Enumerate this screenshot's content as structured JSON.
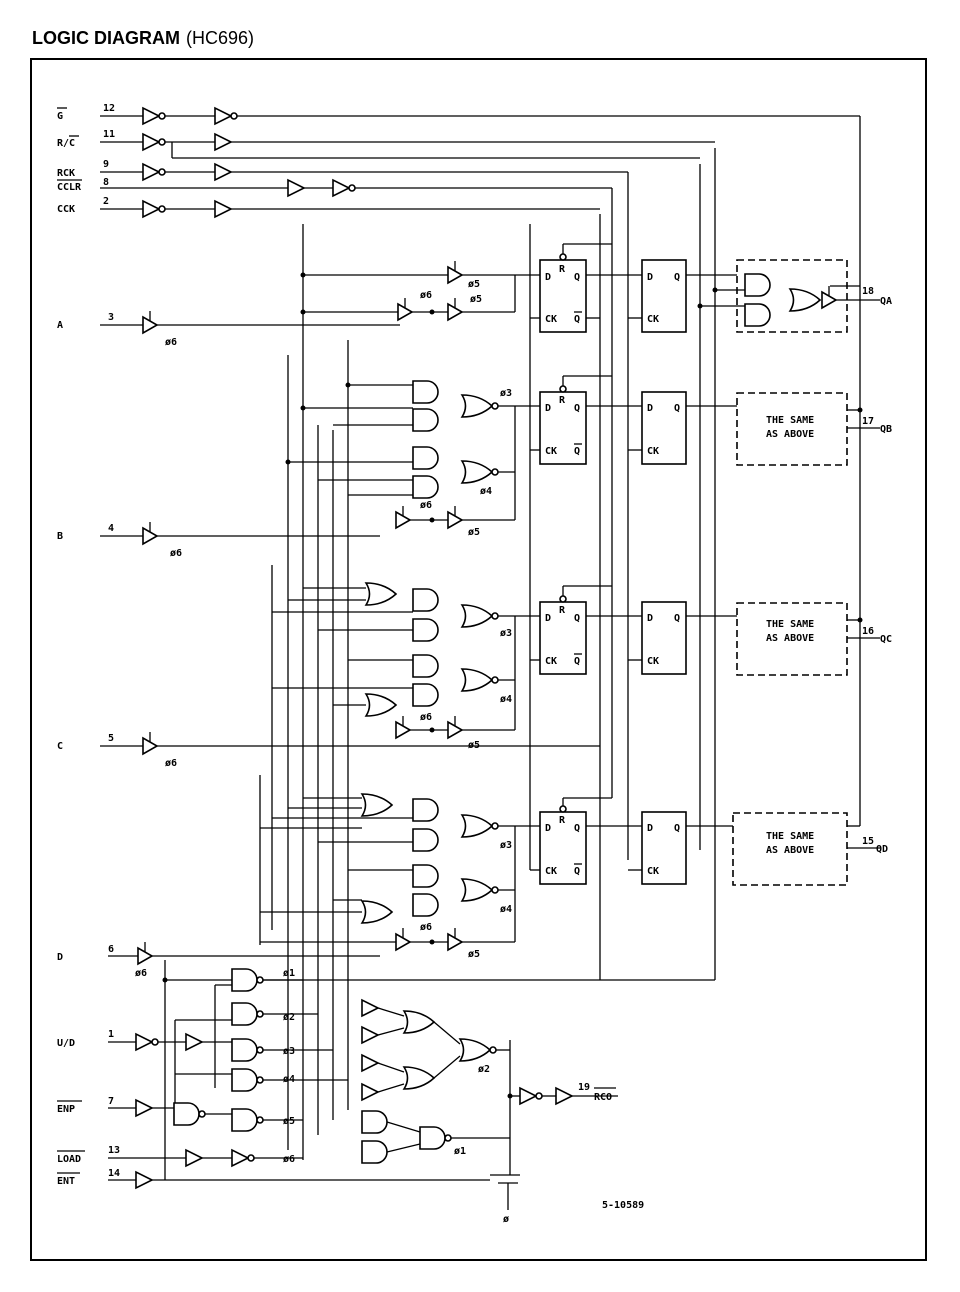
{
  "header": {
    "title": "LOGIC DIAGRAM",
    "subtitle": "(HC696)"
  },
  "inputs": [
    {
      "label": "G",
      "overline": true,
      "pin": "12"
    },
    {
      "label": "R/C",
      "overline": false,
      "pin": "11"
    },
    {
      "label": "RCK",
      "overline": false,
      "pin": "9"
    },
    {
      "label": "CCLR",
      "overline": true,
      "pin": "8"
    },
    {
      "label": "CCK",
      "overline": false,
      "pin": "2"
    },
    {
      "label": "A",
      "overline": false,
      "pin": "3"
    },
    {
      "label": "B",
      "overline": false,
      "pin": "4"
    },
    {
      "label": "C",
      "overline": false,
      "pin": "5"
    },
    {
      "label": "D",
      "overline": false,
      "pin": "6"
    },
    {
      "label": "U/D",
      "overline": false,
      "pin": "1"
    },
    {
      "label": "ENP",
      "overline": true,
      "pin": "7"
    },
    {
      "label": "LOAD",
      "overline": true,
      "pin": "13"
    },
    {
      "label": "ENT",
      "overline": true,
      "pin": "14"
    }
  ],
  "outputs": [
    {
      "label": "QA",
      "pin": "18"
    },
    {
      "label": "QB",
      "pin": "17"
    },
    {
      "label": "QC",
      "pin": "16"
    },
    {
      "label": "QD",
      "pin": "15"
    },
    {
      "label": "RCO",
      "pin": "19"
    }
  ],
  "flipflop_labels": {
    "d": "D",
    "q": "Q",
    "r": "R",
    "ck": "CK",
    "qbar": "Q"
  },
  "same_as_above": [
    "THE SAME",
    "AS ABOVE"
  ],
  "phase_labels": [
    "ø1",
    "ø2",
    "ø3",
    "ø4",
    "ø5",
    "ø6"
  ],
  "ground_label": "ø",
  "figure_code": "5-10589"
}
